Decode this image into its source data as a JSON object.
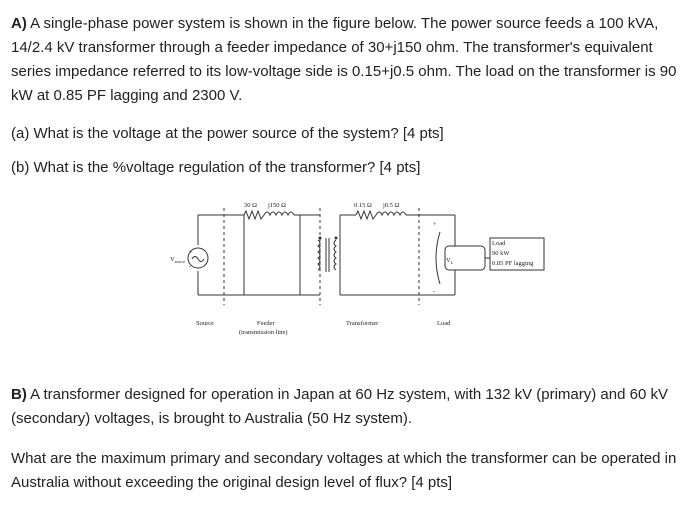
{
  "part_a": {
    "label": "A)",
    "intro": " A single-phase power system is shown in the figure below. The power source feeds a 100 kVA, 14/2.4 kV transformer through a feeder impedance of 30+j150 ohm. The transformer's equivalent series impedance referred to its low-voltage side is 0.15+j0.5 ohm. The load on the transformer is 90 kW at 0.85 PF lagging and 2300 V.",
    "q_a": "(a) What is the voltage at the power source of the system? [4 pts]",
    "q_b": "(b) What is the %voltage regulation of the transformer? [4 pts]"
  },
  "figure": {
    "r_feeder": "30 Ω",
    "x_feeder": "j150 Ω",
    "r_tx": "0.15 Ω",
    "x_tx": "j0.5 Ω",
    "v_source": "V",
    "v_source_sub": "source",
    "v_load": "V",
    "v_load_sub": "L",
    "load_title": "Load",
    "load_kw": "90 kW",
    "load_pf": "0.85 PF lagging",
    "cap_source": "Source",
    "cap_feeder": "Feeder",
    "cap_feeder2": "(transmission line)",
    "cap_transformer": "Transformer",
    "cap_load": "Load",
    "plus": "+",
    "minus": "-"
  },
  "part_b": {
    "label": "B)",
    "intro": " A transformer designed for operation in Japan at 60 Hz system, with 132 kV (primary) and 60 kV (secondary) voltages, is brought to Australia (50 Hz system).",
    "question": "What are the maximum primary and secondary voltages at which the transformer can be operated in Australia without exceeding the original design level of flux? [4 pts]"
  }
}
